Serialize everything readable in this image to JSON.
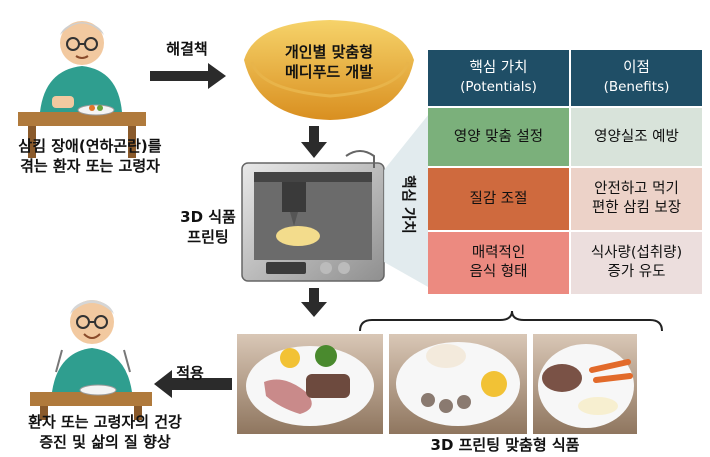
{
  "labels": {
    "solution": "해결책",
    "patient_line1": "삼킴 장애(연하곤란)를",
    "patient_line2": "겪는 환자 또는 고령자",
    "bowl_line1": "개인별 맞춤형",
    "bowl_line2": "메디푸드 개발",
    "printing_line1": "3D 식품",
    "printing_line2": "프린팅",
    "apply": "적용",
    "outcome_line1": "환자 또는 고령자의 건강",
    "outcome_line2": "증진 및 삶의 질 향상",
    "food_caption": "3D 프린팅 맞춤형 식품"
  },
  "table": {
    "side_label": "핵심 가치",
    "headers": [
      {
        "title": "핵심 가치",
        "subtitle": "(Potentials)"
      },
      {
        "title": "이점",
        "subtitle": "(Benefits)"
      }
    ],
    "rows": [
      {
        "value": "영양 맞춤 설정",
        "benefit": "영양실조 예방"
      },
      {
        "value": "질감 조절",
        "benefit_line1": "안전하고 먹기",
        "benefit_line2": "편한 삼킴 보장"
      },
      {
        "value_line1": "매력적인",
        "value_line2": "음식 형태",
        "benefit_line1": "식사량(섭취량)",
        "benefit_line2": "증가 유도"
      }
    ]
  },
  "colors": {
    "header": "#1f4e66",
    "row1_value": "#7bb07b",
    "row2_value": "#cf6a3e",
    "row3_value": "#ec8a80",
    "person_shirt": "#2f9e8f"
  }
}
